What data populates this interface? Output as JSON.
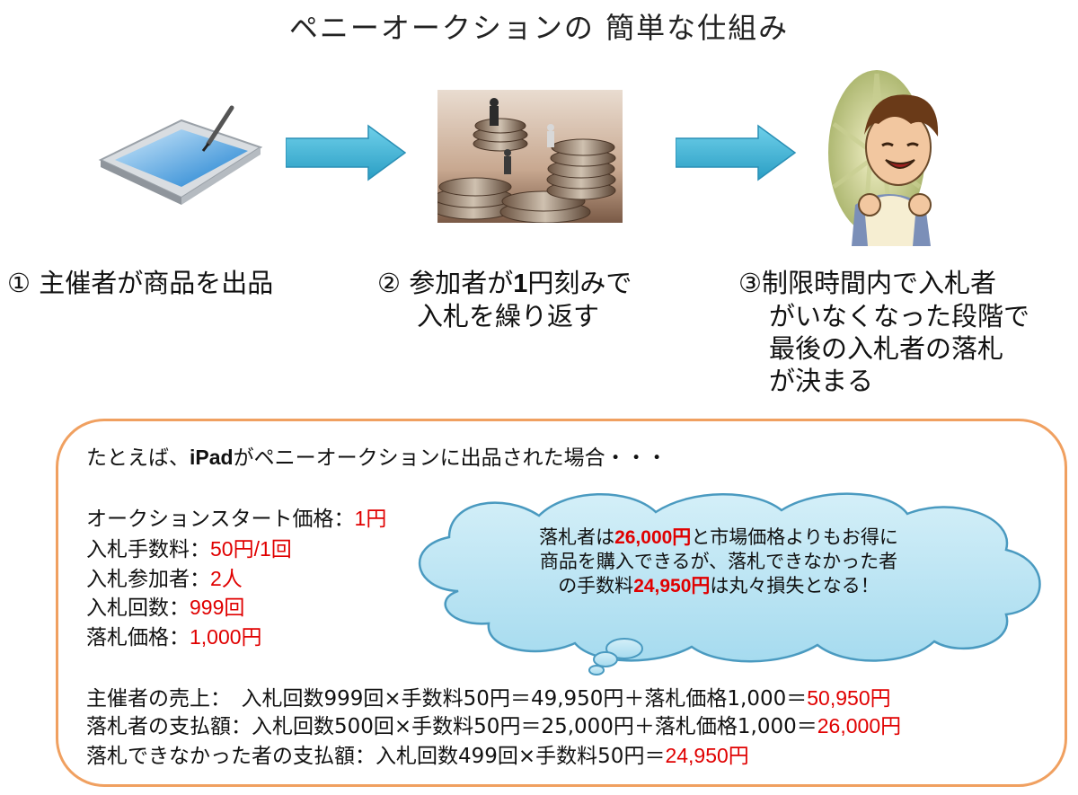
{
  "title": "ペニーオークションの 簡単な仕組み",
  "steps": [
    {
      "num": "①",
      "lines": [
        "主催者が商品を出品"
      ]
    },
    {
      "num": "②",
      "line1_a": "参加者が",
      "line1_num": "1",
      "line1_b": "円刻みで",
      "line2": "入札を繰り返す"
    },
    {
      "num": "③",
      "lines": [
        "制限時間内で入札者",
        "がいなくなった段階で",
        "最後の入札者の落札",
        "が決まる"
      ]
    }
  ],
  "example": {
    "intro_a": "たとえば、",
    "intro_ipad": "iPad",
    "intro_b": "がペニーオークションに出品された場合・・・",
    "params": [
      {
        "label": "オークションスタート価格：",
        "value": "1円"
      },
      {
        "label": "入札手数料：",
        "value": "50円/1回"
      },
      {
        "label": "入札参加者：",
        "value": "2人"
      },
      {
        "label": "入札回数：",
        "value": "999回"
      },
      {
        "label": "落札価格：",
        "value": "1,000円"
      }
    ],
    "results": [
      {
        "label": "主催者の売上：　入札回数999回×手数料50円＝49,950円＋落札価格1,000＝",
        "value": "50,950円"
      },
      {
        "label": "落札者の支払額：入札回数500回×手数料50円＝25,000円＋落札価格1,000＝",
        "value": "26,000円"
      },
      {
        "label": "落札できなかった者の支払額：入札回数499回×手数料50円＝",
        "value": "24,950円"
      }
    ]
  },
  "cloud": {
    "l1_a": "落札者は",
    "l1_val": "26,000円",
    "l1_b": "と市場価格よりもお得に",
    "l2": "商品を購入できるが、落札できなかった者",
    "l3_a": "の手数料",
    "l3_val": "24,950円",
    "l3_b": "は丸々損失となる！"
  },
  "colors": {
    "accent_red": "#e00000",
    "box_border": "#f0a060",
    "arrow": "#3bb0d0",
    "cloud_fill": "#bfe6f3",
    "cloud_stroke": "#4a9ac0"
  }
}
